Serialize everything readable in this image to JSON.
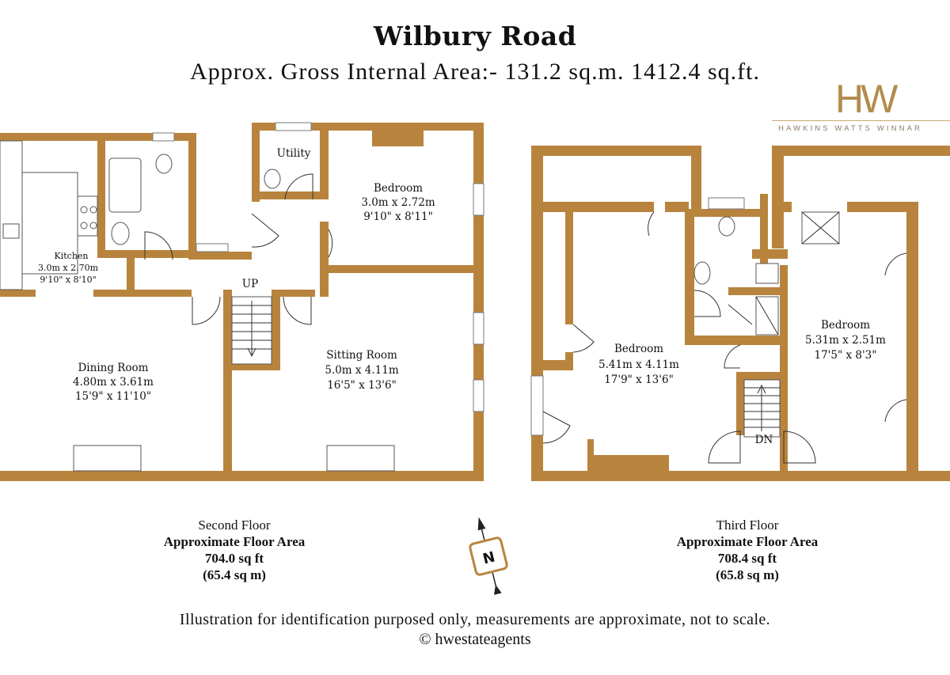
{
  "header": {
    "title": "Wilbury Road",
    "subtitle": "Approx. Gross Internal Area:- 131.2 sq.m. 1412.4 sq.ft."
  },
  "logo": {
    "mark": "HW",
    "name": "HAWKINS WATTS WINNAR"
  },
  "second_floor": {
    "rooms": {
      "kitchen": {
        "name": "Kitchen",
        "metric": "3.0m x 2.70m",
        "imperial": "9'10\" x 8'10\""
      },
      "utility": {
        "name": "Utility"
      },
      "bedroom": {
        "name": "Bedroom",
        "metric": "3.0m x 2.72m",
        "imperial": "9'10\" x 8'11\""
      },
      "dining": {
        "name": "Dining Room",
        "metric": "4.80m x 3.61m",
        "imperial": "15'9\" x 11'10\""
      },
      "sitting": {
        "name": "Sitting Room",
        "metric": "5.0m x 4.11m",
        "imperial": "16'5\" x 13'6\""
      }
    },
    "stair_label": "UP",
    "legend": {
      "floor": "Second Floor",
      "area_label": "Approximate Floor Area",
      "sqft": "704.0 sq ft",
      "sqm": "(65.4 sq m)"
    }
  },
  "third_floor": {
    "rooms": {
      "bedroom_left": {
        "name": "Bedroom",
        "metric": "5.41m x 4.11m",
        "imperial": "17'9\" x 13'6\""
      },
      "bedroom_right": {
        "name": "Bedroom",
        "metric": "5.31m x 2.51m",
        "imperial": "17'5\" x 8'3\""
      }
    },
    "stair_label": "DN",
    "legend": {
      "floor": "Third Floor",
      "area_label": "Approximate Floor Area",
      "sqft": "708.4 sq ft",
      "sqm": "(65.8 sq m)"
    }
  },
  "compass": {
    "label": "N"
  },
  "footer": {
    "disclaimer": "Illustration for identification purposed only, measurements are approximate, not to scale.",
    "copyright": "© hwestateagents"
  },
  "colors": {
    "wall": "#b8843d",
    "logo": "#b38b4b"
  }
}
